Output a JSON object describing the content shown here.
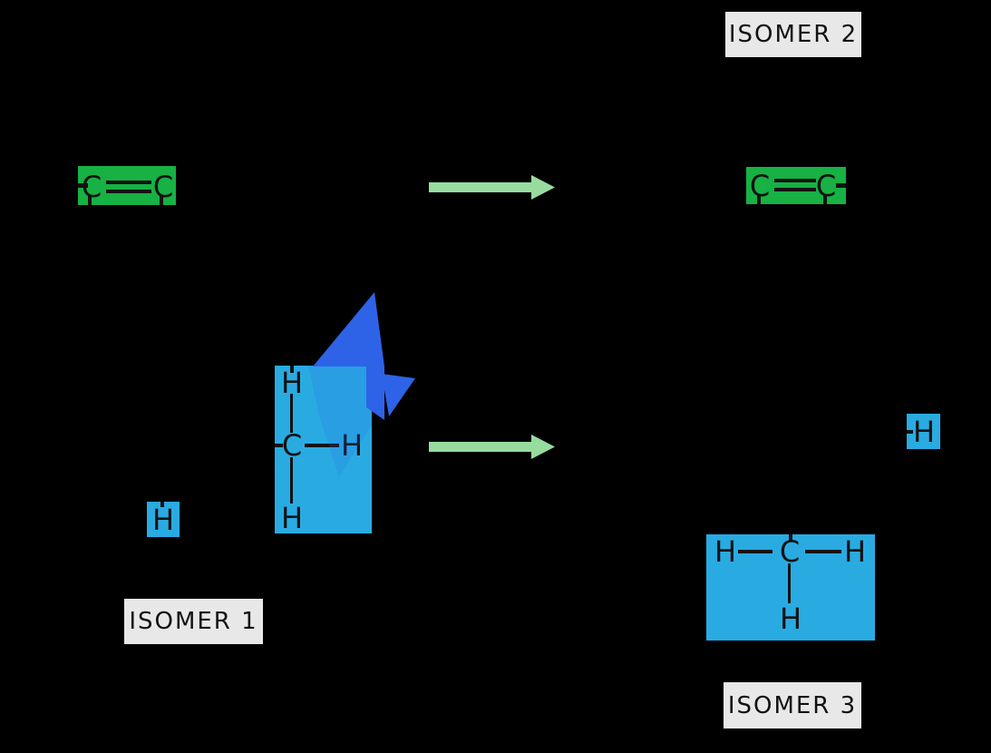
{
  "diagram_title": "positional-isomers-diagram",
  "colors": {
    "page_bg": "#000000",
    "highlight_green": "#17B144",
    "highlight_cyan": "#29ABE2",
    "arrow_green": "#97DC9E",
    "arrow_blue": "#2E63E7",
    "label_bg": "#E8E8E8",
    "ink": "#121212"
  },
  "labels": {
    "isomer1": "ISOMER 1",
    "isomer2": "ISOMER 2",
    "isomer3": "ISOMER 3"
  },
  "isomer1": {
    "alkene": {
      "left": "C",
      "right": "C",
      "bond": "double"
    },
    "methyl_group": {
      "top": "H",
      "center": "C",
      "right": "H",
      "bottom": "H"
    },
    "detached_h": "H"
  },
  "isomer2": {
    "alkene": {
      "left": "C",
      "right": "C",
      "bond": "double"
    }
  },
  "isomer3": {
    "methyl_group": {
      "left": "H",
      "center": "C",
      "right": "H",
      "bottom": "H"
    },
    "detached_h": "H"
  },
  "arrows": {
    "top_reaction": "right-arrow",
    "bottom_reaction": "right-arrow",
    "migration": "curved-blue-arrow"
  }
}
